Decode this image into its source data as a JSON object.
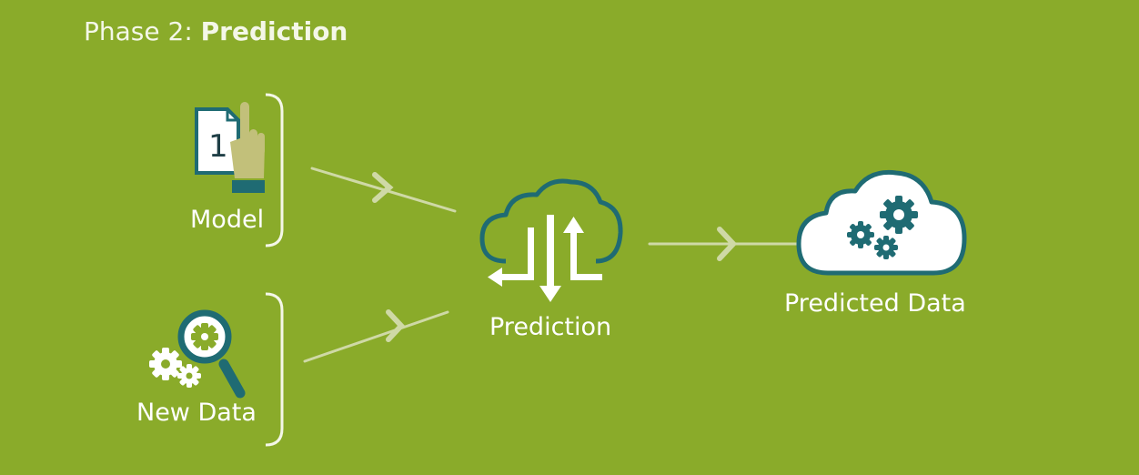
{
  "header": {
    "phase_prefix": "Phase 2: ",
    "phase_name": "Prediction"
  },
  "nodes": {
    "model": {
      "label": "Model",
      "icon": "document-hand-icon",
      "page_number": "1"
    },
    "new_data": {
      "label": "New Data",
      "icon": "gears-magnifier-icon"
    },
    "prediction": {
      "label": "Prediction",
      "icon": "cloud-arrows-icon"
    },
    "predicted_data": {
      "label": "Predicted Data",
      "icon": "cloud-gears-icon"
    }
  },
  "colors": {
    "background": "#8aab2a",
    "icon_teal": "#1f6b73",
    "icon_white": "#ffffff",
    "hand_khaki": "#c2c07a",
    "connector": "#cfd9a6"
  }
}
